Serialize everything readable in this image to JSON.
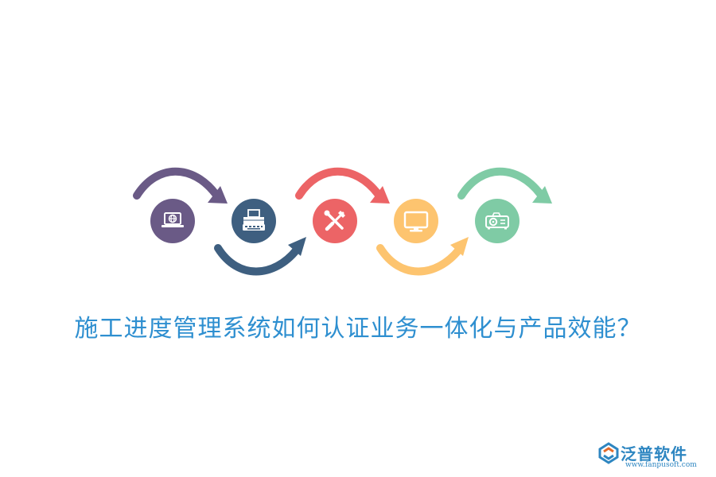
{
  "title": "施工进度管理系统如何认证业务一体化与产品效能？",
  "logo": {
    "name": "泛普软件",
    "url": "www.fanpusoft.com"
  },
  "steps": [
    {
      "icon": "laptop-globe-icon",
      "color": "#6a5a86",
      "arrow": "top"
    },
    {
      "icon": "typewriter-icon",
      "color": "#3e5f80",
      "arrow": "bottom"
    },
    {
      "icon": "tools-icon",
      "color": "#ec6466",
      "arrow": "top"
    },
    {
      "icon": "monitor-icon",
      "color": "#fdc46f",
      "arrow": "bottom"
    },
    {
      "icon": "projector-icon",
      "color": "#7fcba5",
      "arrow": "top"
    }
  ]
}
